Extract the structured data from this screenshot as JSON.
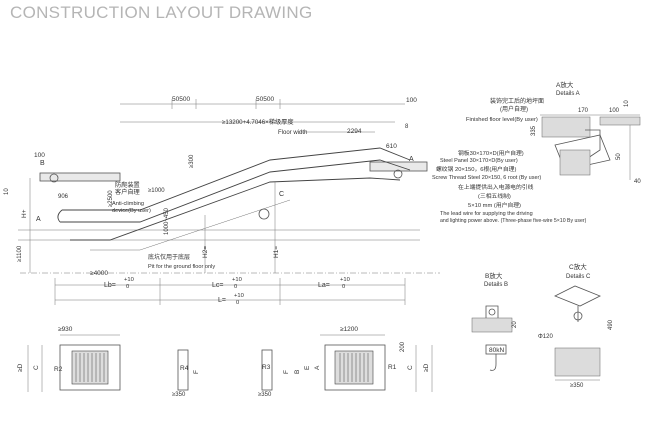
{
  "title": "CONSTRUCTION LAYOUT DRAWING",
  "side_view": {
    "dim_50500_left": "50500",
    "dim_50500_right": "50500",
    "dim_100_top": "100",
    "dim_8": "8",
    "formula_top": "≥13200+4.7046×梯级厚度",
    "floor_width": "Floor width",
    "dim_2294": "2294",
    "dim_610": "610",
    "dim_100_left": "100",
    "label_B": "B",
    "label_A_left": "A",
    "label_A_right": "A",
    "label_C": "C",
    "dim_10": "10",
    "dim_906": "906",
    "dim_300": "≥300",
    "dim_1000": "≥1000",
    "dim_2500": "≥2500",
    "dim_1000_450": "1000~450",
    "dim_1100": "≥1100",
    "label_Hh": "H+",
    "label_H1": "H1=",
    "label_H2": "H2=",
    "dim_4000": "≥4000",
    "label_Lb": "Lb=",
    "label_Lc": "Lc=",
    "label_La": "La=",
    "label_L": "L=",
    "tol_plus": "+10",
    "tol_zero": "0",
    "anti_climb_cn": "防爬装置",
    "anti_climb_cn2": "客户自理",
    "anti_climb_en": "Anti-climbing",
    "anti_climb_en2": "device(By user)",
    "pit_cn": "底坑仅用于底层",
    "pit_en": "Pit for the ground floor only"
  },
  "detail_a": {
    "title_cn": "A放大",
    "title_en": "Details A",
    "finished_floor_cn": "装饰完工后的地坪面",
    "finished_floor_cn2": "(用户自理)",
    "finished_floor_en": "Finished floor level(By user)",
    "dim_170": "170",
    "dim_100": "100",
    "dim_10": "10",
    "dim_335": "335",
    "dim_50": "50",
    "dim_40": "40",
    "steel_panel_cn": "钢板30×170×D(用户自理)",
    "steel_panel_en": "Steel Panel 30×170×D(By user)",
    "screw_cn": "螺纹钢 20×150，6根(用户自理)",
    "screw_en": "Screw Thread Steel 20×150, 6 root (By user)",
    "lead_cn": "在上端提供出入电源电的引线",
    "lead_cn2": "(三相五线制)",
    "lead_spec": "5×10 mm  (用户自理)",
    "lead_en": "The lead wire for supplying the driving",
    "lead_en2": "and lighting power above. (Three-phase five-wire 5×10 By user)"
  },
  "detail_b": {
    "title_cn": "B放大",
    "title_en": "Details B",
    "dim_20": "20"
  },
  "detail_c": {
    "title_cn": "C放大",
    "title_en": "Details C",
    "dim_120": "Φ120",
    "load": "80kN",
    "dim_490": "490",
    "dim_350": "≥350"
  },
  "plan_views": {
    "dim_930": "≥930",
    "dim_1200": "≥1200",
    "dim_200": "200",
    "dim_350_a": "≥350",
    "dim_350_b": "≥350",
    "label_R2": "R2",
    "label_R4": "R4",
    "label_R3": "R3",
    "label_R1": "R1",
    "label_C_left": "C",
    "label_D_left": "≥D",
    "label_A": "A",
    "label_B": "B",
    "label_E": "E",
    "label_F1": "F",
    "label_F2": "F",
    "label_C_right": "C",
    "label_D_right": "≥D"
  }
}
